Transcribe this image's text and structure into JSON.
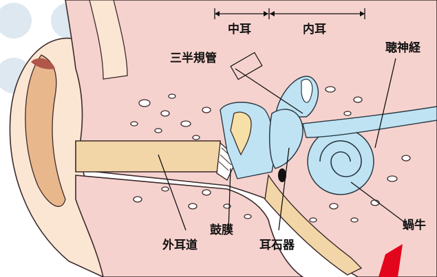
{
  "labels": {
    "middle_ear": "中耳",
    "inner_ear": "内耳",
    "semicircular_canals": "三半規管",
    "auditory_nerve": "聴神経",
    "cochlea": "蝸牛",
    "ear_canal": "外耳道",
    "eardrum": "鼓膜",
    "otolith_organ": "耳石器"
  },
  "colors": {
    "background": "#ffffff",
    "background_dots": "#dde8f0",
    "bone": "#f6d2ce",
    "skin": "#fbe6d3",
    "ear_canal": "#f3d6a8",
    "inner_ear_fluid": "#bfe3f3",
    "accent_red": "#e3051b"
  }
}
